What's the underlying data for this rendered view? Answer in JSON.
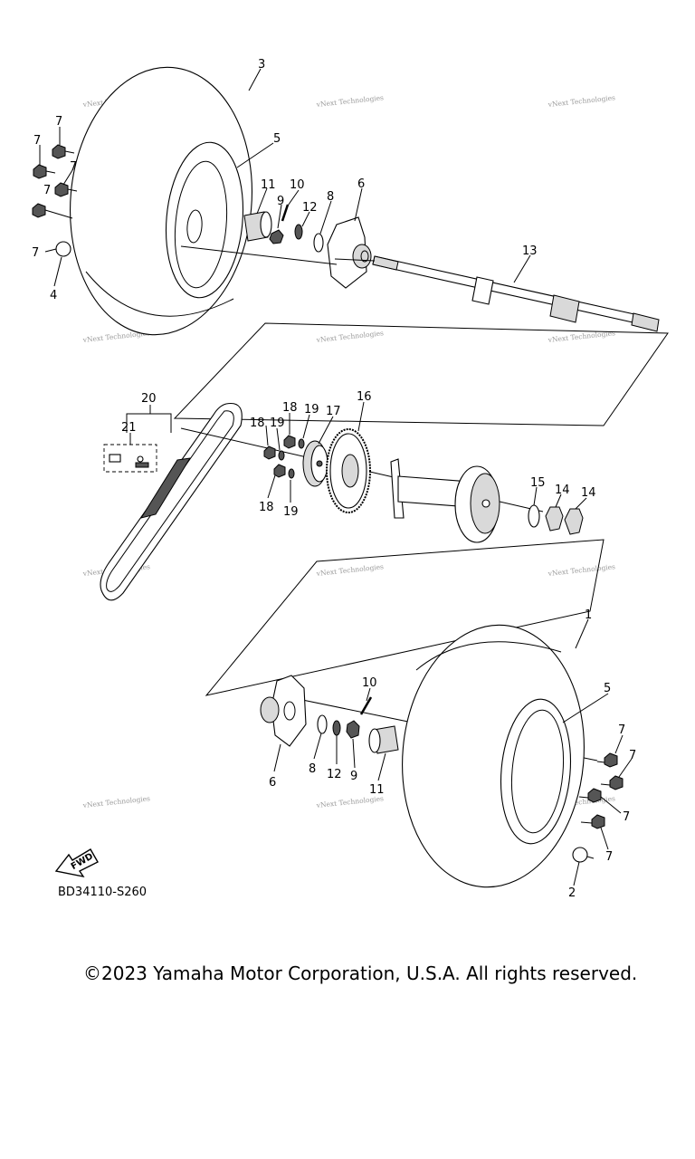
{
  "diagram_code": "BD34110-S260",
  "fwd_label": "FWD",
  "copyright": "©2023 Yamaha Motor Corporation, U.S.A. All rights reserved.",
  "watermark": "vNext Technologies",
  "callouts": [
    "3",
    "5",
    "7",
    "7",
    "7",
    "7",
    "7",
    "4",
    "11",
    "10",
    "9",
    "12",
    "8",
    "6",
    "13",
    "20",
    "21",
    "18",
    "19",
    "19",
    "17",
    "16",
    "18",
    "19",
    "18",
    "19",
    "15",
    "14",
    "14",
    "1",
    "5",
    "10",
    "6",
    "8",
    "12",
    "9",
    "11",
    "7",
    "7",
    "7",
    "7",
    "2"
  ]
}
